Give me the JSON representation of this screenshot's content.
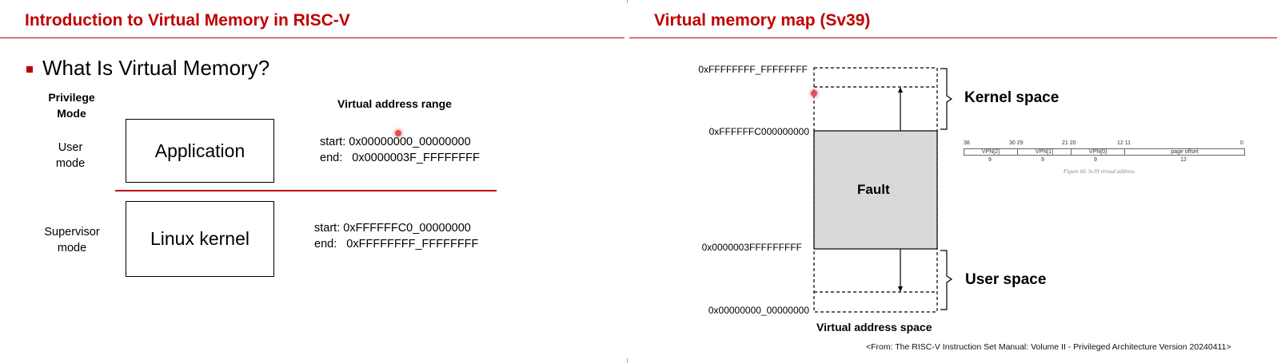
{
  "left_slide": {
    "title": "Introduction to Virtual Memory in RISC-V",
    "bullet": "What Is Virtual Memory?",
    "privilege_header": "Privilege Mode",
    "range_header": "Virtual address range",
    "rows": [
      {
        "mode": "User mode",
        "box": "Application",
        "start": "start: 0x00000000_00000000",
        "end": "end:   0x0000003F_FFFFFFFF"
      },
      {
        "mode": "Supervisor mode",
        "box": "Linux kernel",
        "start": "start: 0xFFFFFFC0_00000000",
        "end": "end:   0xFFFFFFFF_FFFFFFFF"
      }
    ],
    "colors": {
      "accent": "#c00000"
    }
  },
  "right_slide": {
    "title": "Virtual memory map (Sv39)",
    "addresses": {
      "top": "0xFFFFFFFF_FFFFFFFF",
      "kernel_start": "0xFFFFFFC000000000",
      "user_end": "0x0000003FFFFFFFFF",
      "bottom": "0x00000000_00000000"
    },
    "fault_label": "Fault",
    "kernel_label": "Kernel space",
    "user_label": "User space",
    "space_caption": "Virtual address space",
    "sv39_figure": {
      "bit_numbers": [
        "38",
        "30 29",
        "21 20",
        "12 11",
        "0"
      ],
      "fields": [
        "VPN[2]",
        "VPN[1]",
        "VPN[0]",
        "page offset"
      ],
      "widths": [
        "9",
        "9",
        "9",
        "12"
      ],
      "caption": "Figure 60. Sv39 virtual address."
    },
    "source": "<From: The RISC-V Instruction Set Manual: Volume II - Privileged Architecture Version 20240411>"
  }
}
